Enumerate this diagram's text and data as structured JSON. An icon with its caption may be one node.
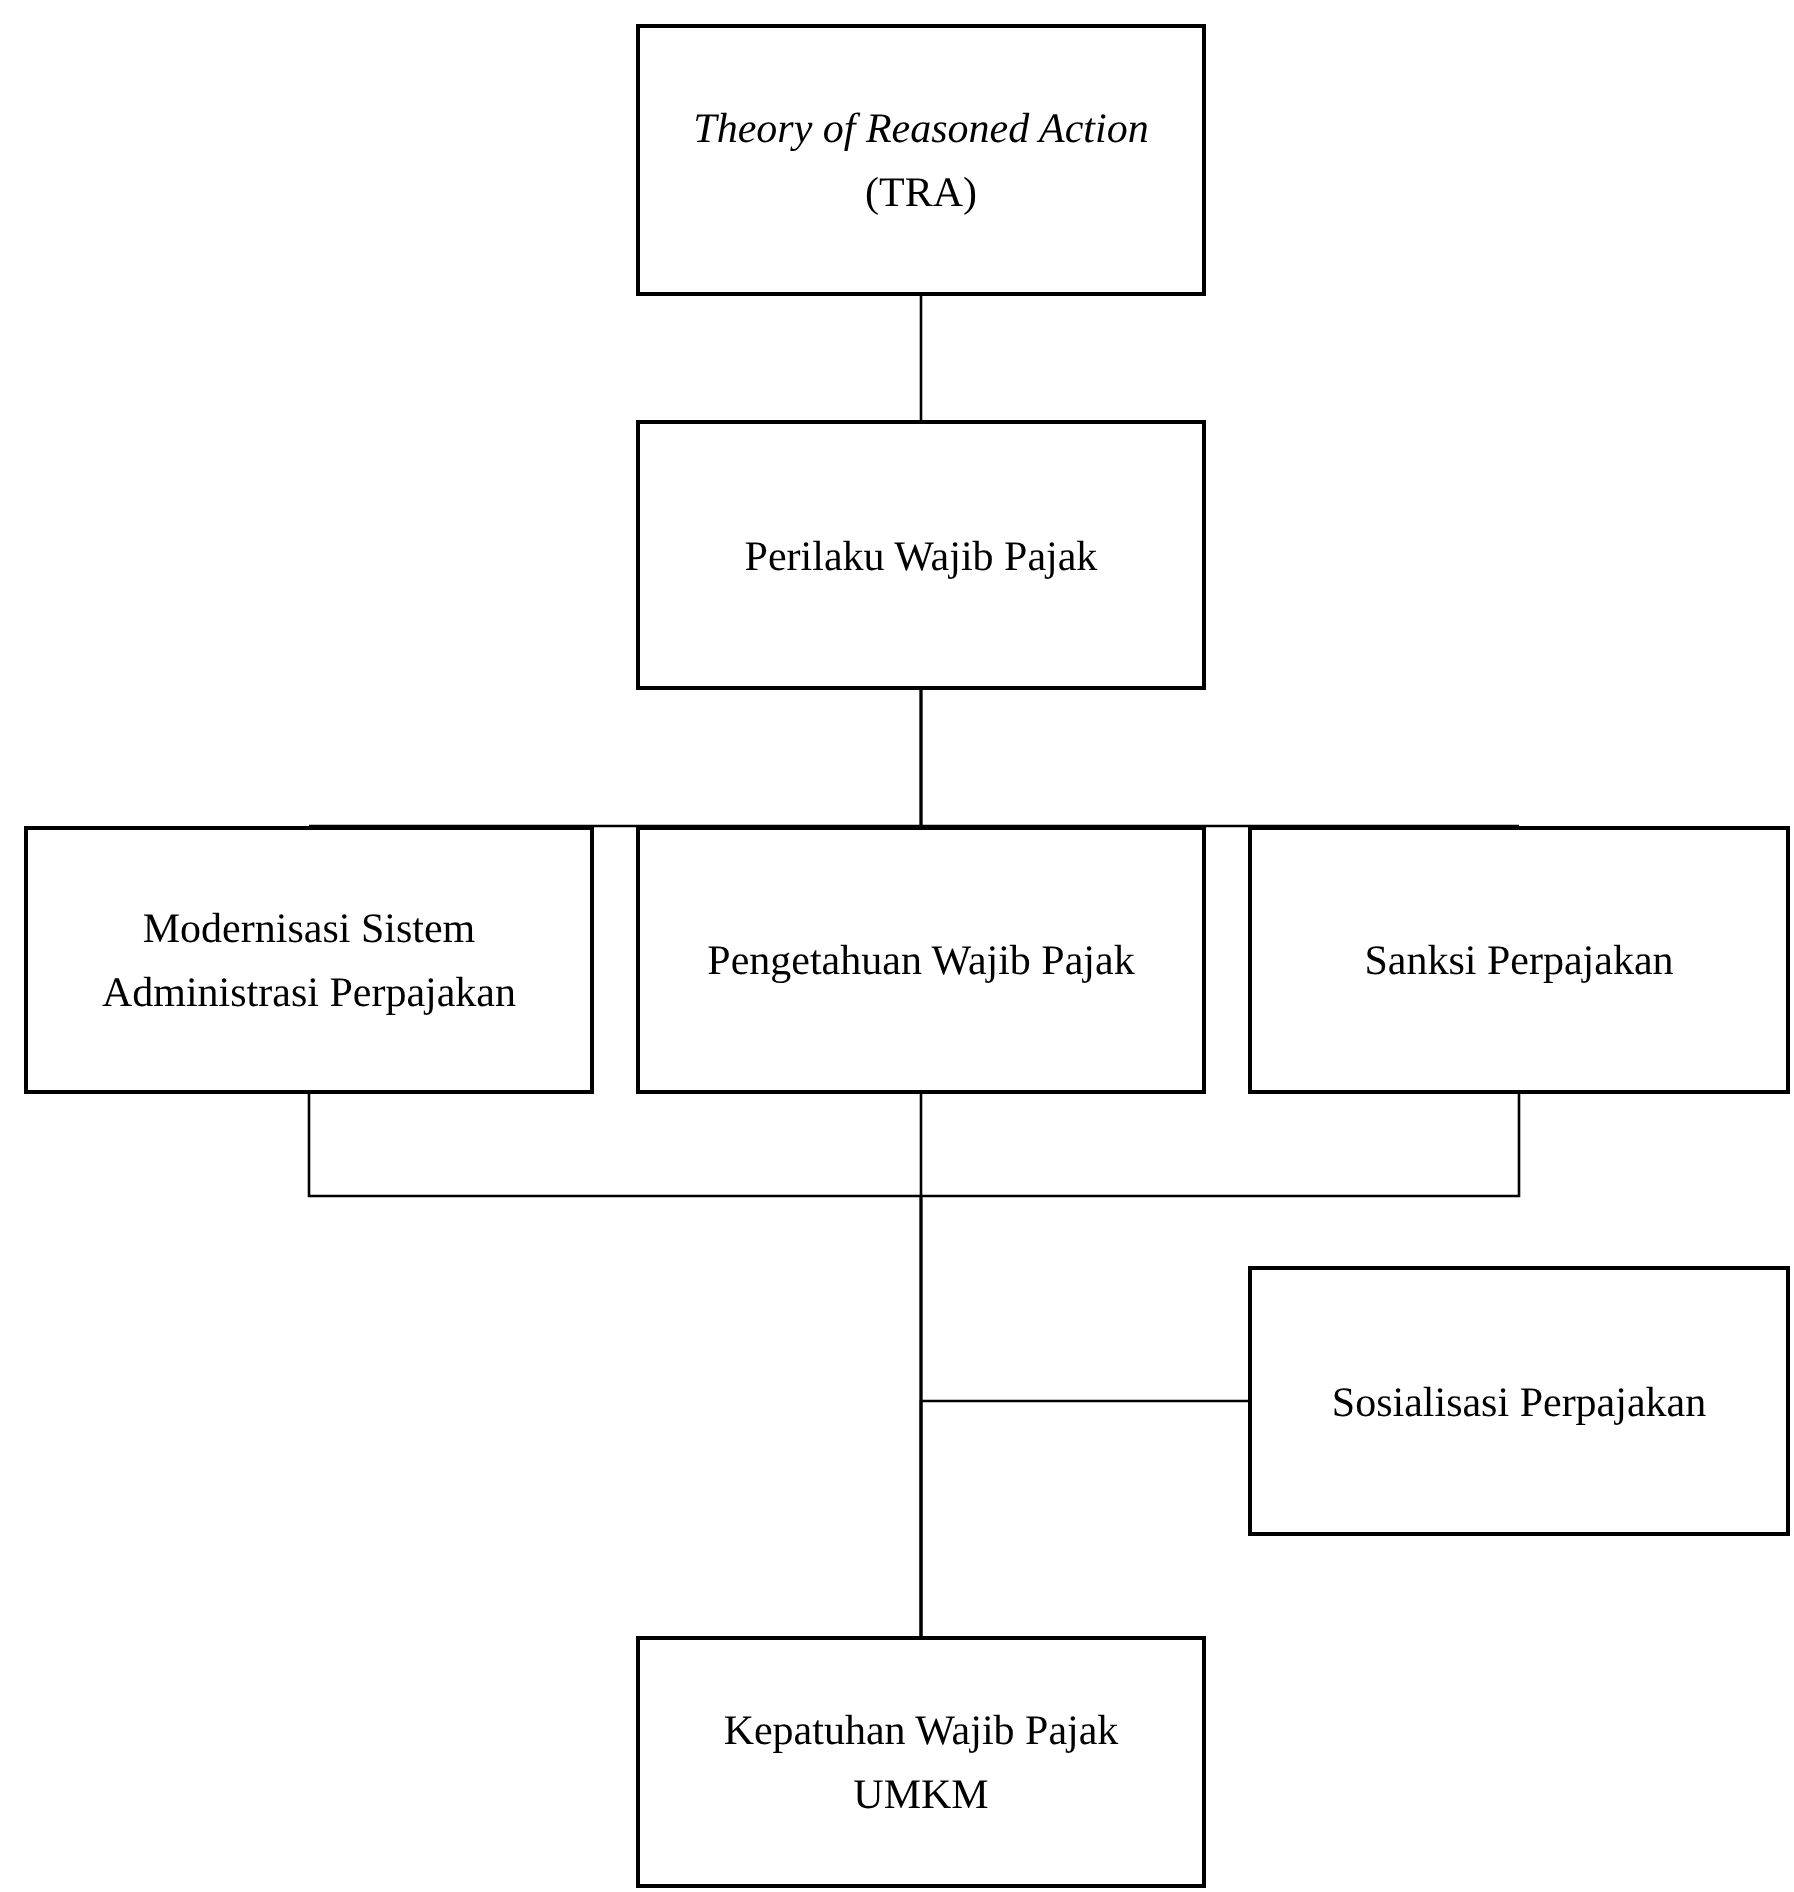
{
  "diagram": {
    "nodes": [
      {
        "text": [
          "*Theory of Reasoned Action* (TRA)"
        ]
      },
      {
        "text": [
          "Perilaku Wajib Pajak"
        ]
      },
      {
        "text": [
          "Modernisasi Sistem Administrasi Perpajakan"
        ]
      },
      {
        "text": [
          "Pengetahuan Wajib Pajak"
        ]
      },
      {
        "text": [
          "Sanksi Perpajakan"
        ]
      },
      {
        "text": [
          "Sosialisasi Perpajakan"
        ]
      },
      {
        "text": [
          "Kepatuhan Wajib Pajak UMKM"
        ]
      }
    ],
    "edges": [
      {
        "from": 0,
        "to": 1,
        "arrow": "none"
      },
      {
        "from": 1,
        "to": 2,
        "arrow": "none"
      },
      {
        "from": 1,
        "to": 3,
        "arrow": "none"
      },
      {
        "from": 1,
        "to": 4,
        "arrow": "none"
      },
      {
        "from": 2,
        "to": 6,
        "arrow": "none"
      },
      {
        "from": 3,
        "to": 6,
        "arrow": "none"
      },
      {
        "from": 4,
        "to": 6,
        "arrow": "none"
      },
      {
        "from": 5,
        "to": 6,
        "arrow": "none"
      }
    ]
  }
}
